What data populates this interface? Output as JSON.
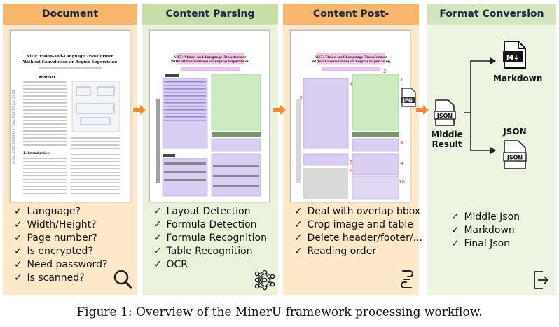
{
  "panels": [
    {
      "title": "Document Preprocessing",
      "items": [
        "Language?",
        "Width/Height?",
        "Page number?",
        "Is encrypted?",
        "Need password?",
        "Is scanned?"
      ],
      "icon": "magnifier-icon"
    },
    {
      "title": "Content Parsing",
      "items": [
        "Layout Detection",
        "Formula Detection",
        "Formula Recognition",
        "Table Recognition",
        "OCR"
      ],
      "icon": "neural-network-icon"
    },
    {
      "title": "Content Post-Processing",
      "items": [
        "Deal with overlap bbox",
        "Crop image and table",
        "Delete header/footer/...",
        "Reading order"
      ],
      "icon": "chain-link-icon"
    },
    {
      "title": "Format Conversion",
      "items": [
        "Middle Json",
        "Markdown",
        "Final Json"
      ],
      "icon": "export-icon"
    }
  ],
  "check_glyph": "✓",
  "paper": {
    "title_line1": "ViLT: Vision-and-Language Transformer",
    "title_line2": "Without Convolution or Region Supervision",
    "abstract": "Abstract",
    "section": "1. Introduction",
    "sidebar_id": "arXiv:2102.03334v2 [stat.ML] 10 Jun 2021"
  },
  "order_numbers": [
    "1",
    "2",
    "3",
    "4",
    "5",
    "6",
    "7",
    "8",
    "9",
    "10"
  ],
  "jpg_label": "JPG",
  "format": {
    "middle_json_icon_text": "JSON",
    "middle_label": "Middle\nResult",
    "markdown_icon_text": "M↓",
    "markdown_label": "Markdown",
    "json_label": "JSON",
    "json_icon_text": "JSON"
  },
  "caption": "Figure 1: Overview of the MinerU framework processing workflow.",
  "colors": {
    "orange_header": "#f6b56a",
    "green_header": "#c8ddaa",
    "arrow": "#f08a3a",
    "red_number": "#e03030"
  }
}
